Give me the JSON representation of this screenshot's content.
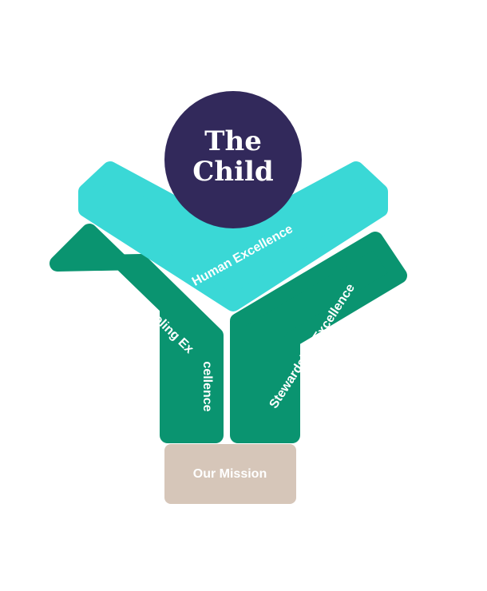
{
  "diagram": {
    "circle": {
      "line1": "The",
      "line2": "Child"
    },
    "human": "Human Excellence",
    "schooling_line1": "Schooling Ex",
    "schooling_line2": "cellence",
    "stewardship": "Stewardship Excellence",
    "mission": "Our Mission"
  },
  "colors": {
    "circle": "#32295b",
    "human": "#3ad8d6",
    "schooling": "#0a9470",
    "stewardship": "#0a9470",
    "mission": "#d6c6b9",
    "text": "#ffffff"
  }
}
